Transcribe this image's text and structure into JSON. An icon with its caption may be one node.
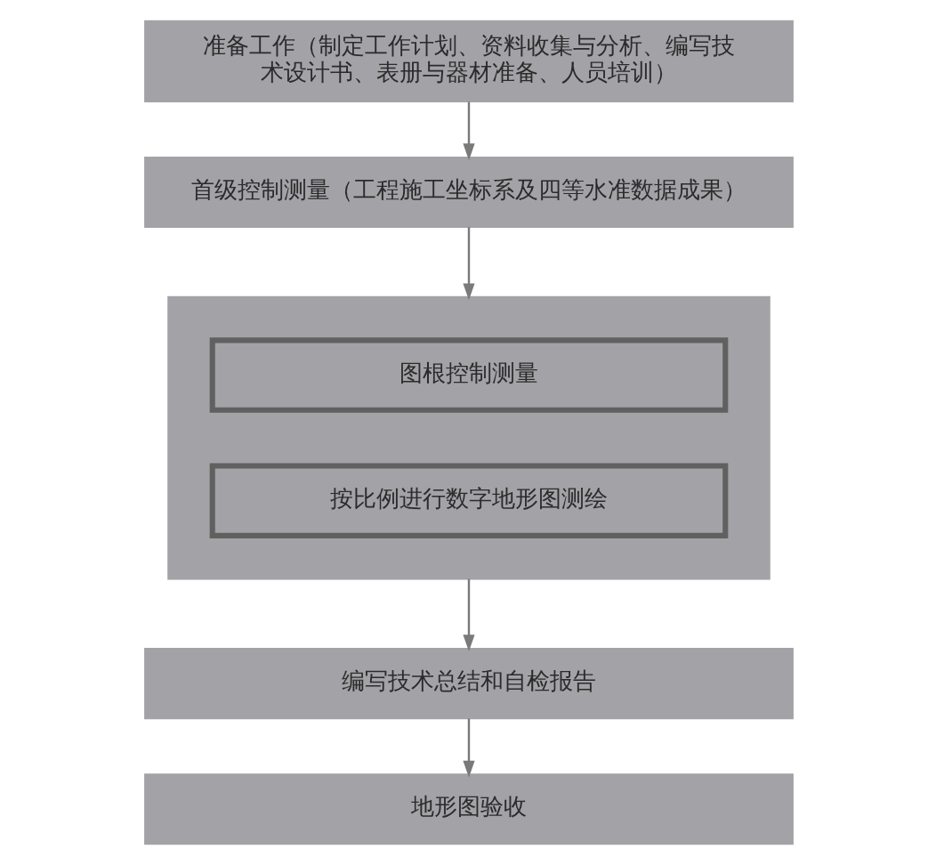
{
  "diagram": {
    "nodes": [
      {
        "text": [
          "准备工作（制定工作计划、资料收集与分析、编写技术设计书、表册与器材准备、人员培训）"
        ]
      },
      {
        "text": [
          "首级控制测量（工程施工坐标系及四等水准数据成果）"
        ]
      },
      {
        "text": [],
        "shape": "box"
      },
      {
        "text": [
          "图根控制测量"
        ],
        "in": 2
      },
      {
        "text": [
          "按比例进行数字地形图测绘"
        ],
        "in": 2
      },
      {
        "text": [
          "编写技术总结和自检报告"
        ]
      },
      {
        "text": [
          "地形图验收"
        ]
      }
    ],
    "edges": [
      {
        "from": 0,
        "to": 1,
        "arrow": "to"
      },
      {
        "from": 1,
        "to": 2,
        "arrow": "to"
      },
      {
        "from": 2,
        "to": 5,
        "arrow": "to"
      },
      {
        "from": 5,
        "to": 6,
        "arrow": "to"
      }
    ]
  }
}
